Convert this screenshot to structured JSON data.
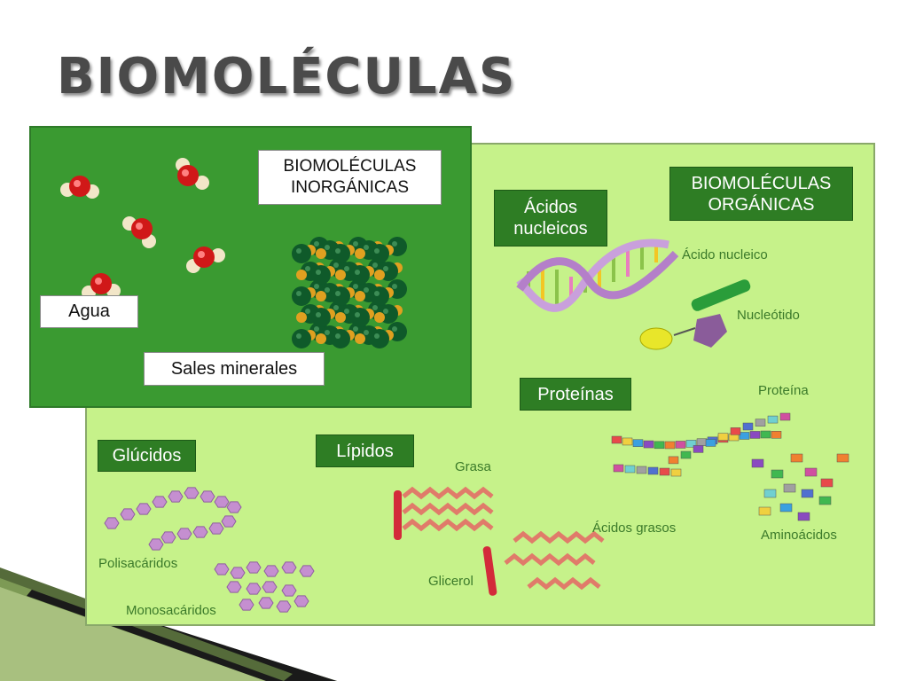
{
  "title": "BIOMOLÉCULAS",
  "inorganic": {
    "heading_line1": "BIOMOLÉCULAS",
    "heading_line2": "INORGÁNICAS",
    "water_label": "Agua",
    "salts_label": "Sales minerales"
  },
  "organic": {
    "heading_line1": "BIOMOLÉCULAS",
    "heading_line2": "ORGÁNICAS",
    "nucleic_acids_line1": "Ácidos",
    "nucleic_acids_line2": "nucleicos",
    "nucleic_acid_label": "Ácido nucleico",
    "nucleotide_label": "Nucleótido",
    "proteins_label": "Proteínas",
    "protein_label": "Proteína",
    "amino_acids_label": "Aminoácidos",
    "carbs_label": "Glúcidos",
    "polysaccharides_label": "Polisacáridos",
    "monosaccharides_label": "Monosacáridos",
    "lipids_label": "Lípidos",
    "fat_label": "Grasa",
    "glycerol_label": "Glicerol",
    "fatty_acids_label": "Ácidos grasos"
  },
  "colors": {
    "organic_panel": "#c6f28a",
    "inorganic_panel": "#3a9a31",
    "dark_label": "#2e7d24",
    "caption_text": "#3b7a2a"
  }
}
